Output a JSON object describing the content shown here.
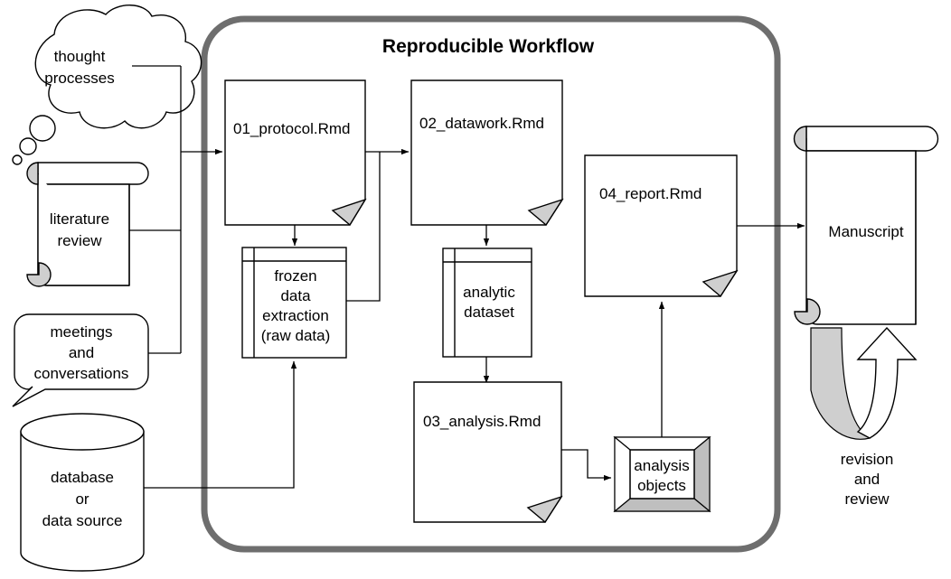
{
  "diagram": {
    "title": "Reproducible Workflow",
    "inputs": [
      {
        "id": "thought",
        "shape": "thought-cloud",
        "lines": [
          "thought",
          "processes"
        ]
      },
      {
        "id": "literature",
        "shape": "scroll",
        "lines": [
          "literature",
          "review"
        ]
      },
      {
        "id": "meetings",
        "shape": "speech-callout",
        "lines": [
          "meetings",
          "and",
          "conversations"
        ]
      },
      {
        "id": "database",
        "shape": "cylinder",
        "lines": [
          "database",
          "or",
          "data source"
        ]
      }
    ],
    "documents": [
      {
        "id": "protocol",
        "shape": "document",
        "label": "01_protocol.Rmd"
      },
      {
        "id": "datawork",
        "shape": "document",
        "label": "02_datawork.Rmd"
      },
      {
        "id": "analysis",
        "shape": "document",
        "label": "03_analysis.Rmd"
      },
      {
        "id": "report",
        "shape": "document",
        "label": "04_report.Rmd"
      }
    ],
    "stores": [
      {
        "id": "frozen",
        "shape": "internal-storage",
        "lines": [
          "frozen",
          "data",
          "extraction",
          "(raw data)"
        ]
      },
      {
        "id": "analytic",
        "shape": "internal-storage",
        "lines": [
          "analytic",
          "dataset"
        ]
      },
      {
        "id": "objects",
        "shape": "beveled-box",
        "lines": [
          "analysis",
          "objects"
        ]
      }
    ],
    "outputs": [
      {
        "id": "manuscript",
        "shape": "scroll",
        "lines": [
          "Manuscript"
        ]
      },
      {
        "id": "revision",
        "shape": "loop-arrow",
        "lines": [
          "revision",
          "and",
          "review"
        ]
      }
    ],
    "colors": {
      "frame": "#6e6e6e",
      "fold": "#cfcfcf",
      "bevel_dark": "#bfbfbf",
      "stroke": "#000000",
      "background": "#ffffff"
    }
  }
}
